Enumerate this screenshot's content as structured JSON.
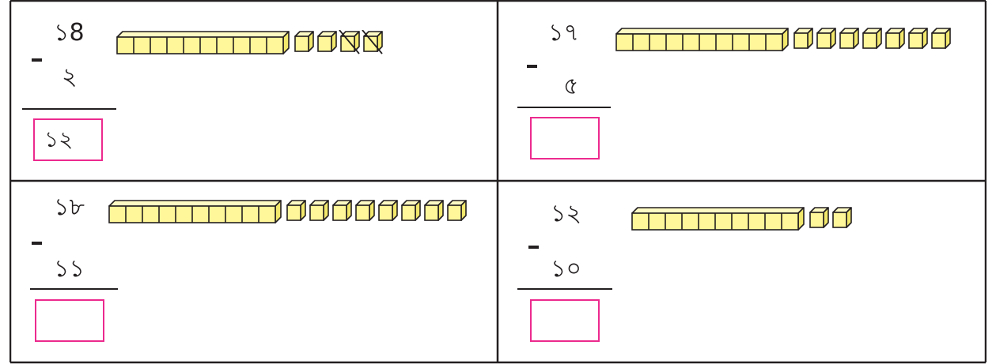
{
  "problems": [
    {
      "minuend": "১8",
      "subtrahend": "২",
      "answer": "১২",
      "operator": "−",
      "blocks": {
        "tens_rods": 1,
        "ones": 4,
        "crossed_out": 2
      }
    },
    {
      "minuend": "১৭",
      "subtrahend": "৫",
      "answer": "",
      "operator": "−",
      "blocks": {
        "tens_rods": 1,
        "ones": 7,
        "crossed_out": 0
      }
    },
    {
      "minuend": "১৮",
      "subtrahend": "১১",
      "answer": "",
      "operator": "−",
      "blocks": {
        "tens_rods": 1,
        "ones": 8,
        "crossed_out": 0
      }
    },
    {
      "minuend": "১২",
      "subtrahend": "১০",
      "answer": "",
      "operator": "−",
      "blocks": {
        "tens_rods": 1,
        "ones": 2,
        "crossed_out": 0
      }
    }
  ],
  "colors": {
    "block_fill": "#fff799",
    "block_top": "#fffbc4",
    "block_side": "#f2e86b",
    "block_stroke": "#231f20",
    "answer_box_border": "#ec2a8e",
    "grid_line": "#231f20"
  }
}
